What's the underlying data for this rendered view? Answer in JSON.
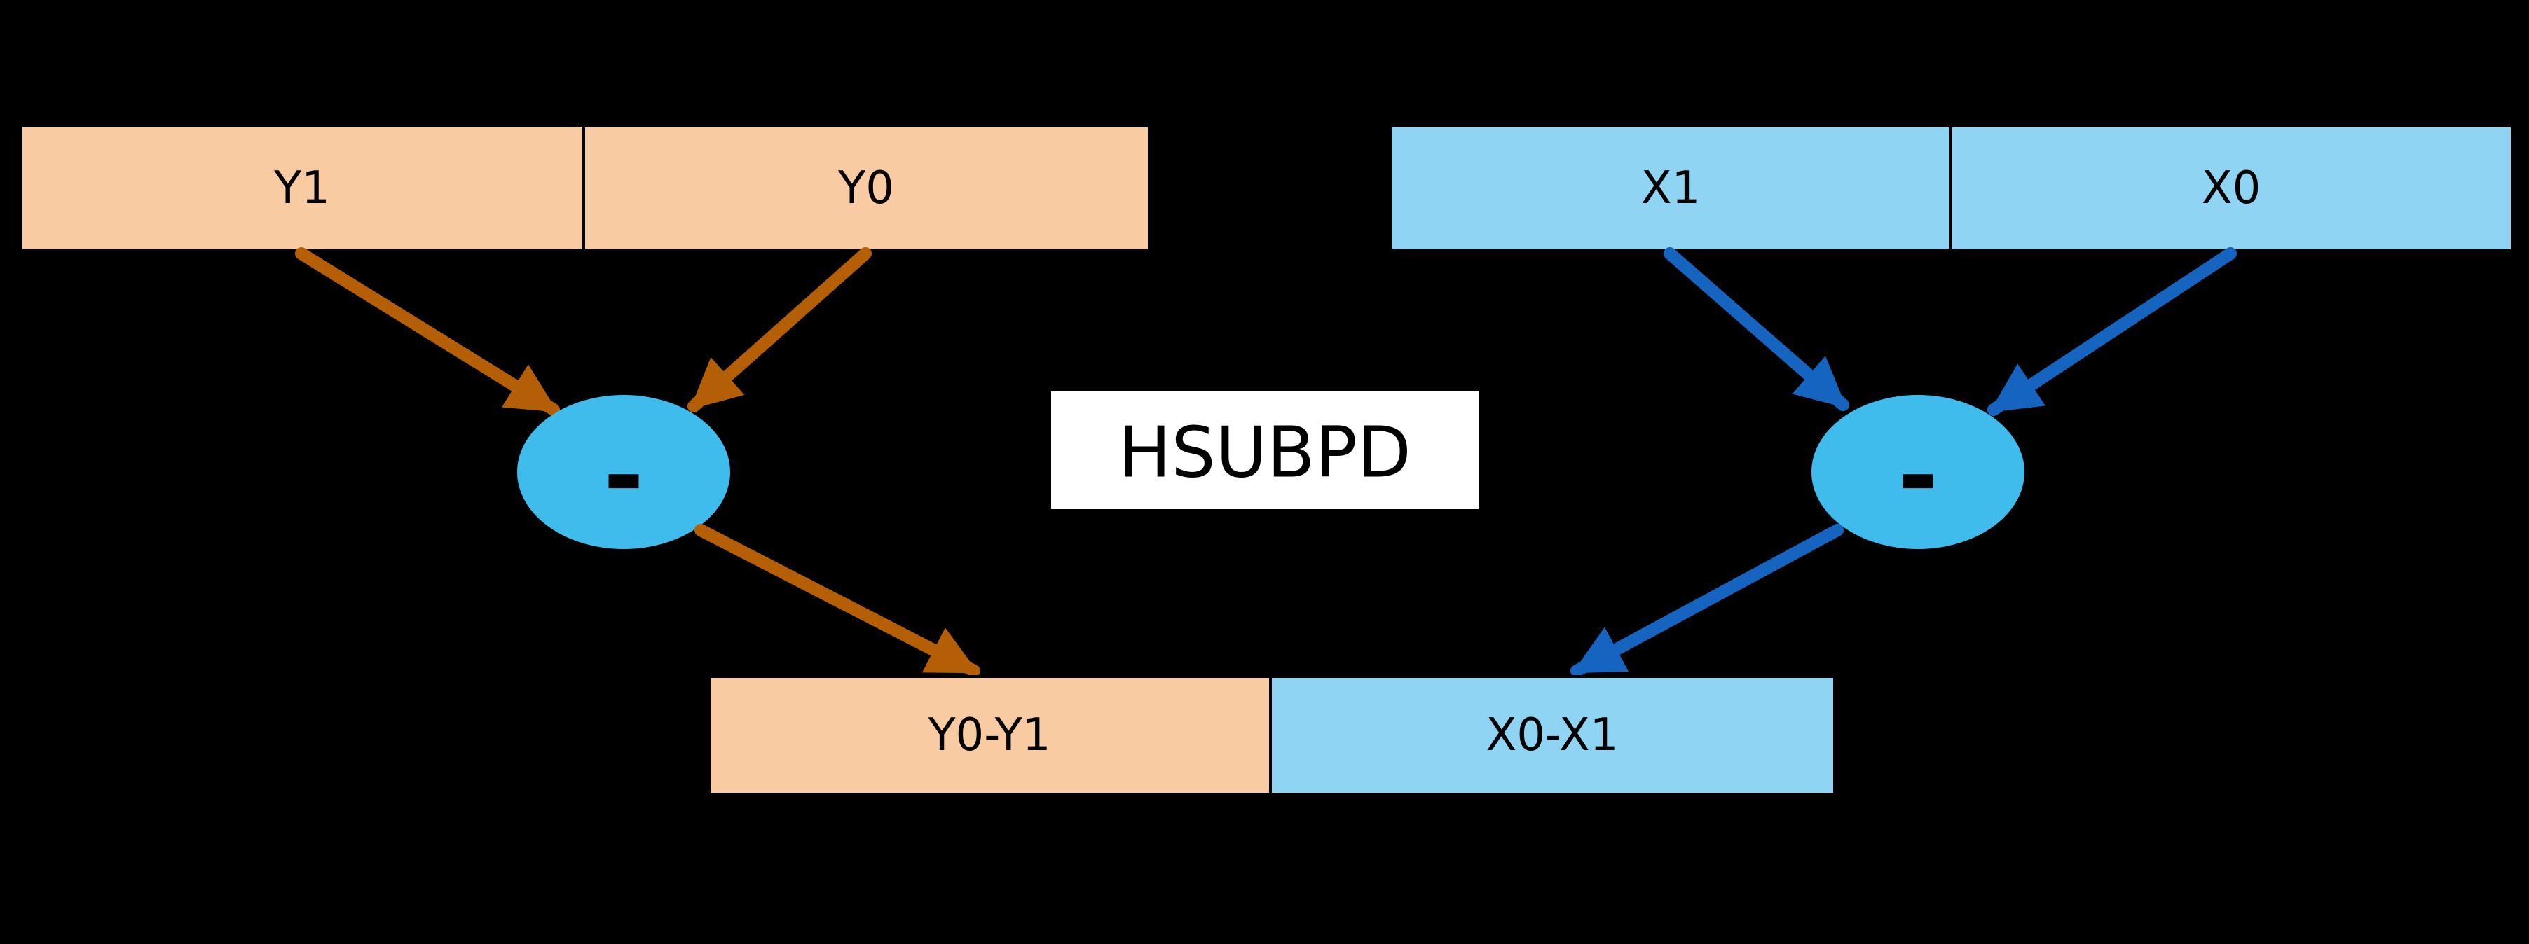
{
  "instruction": {
    "label": "HSUBPD"
  },
  "registers": {
    "y": {
      "high": "Y1",
      "low": "Y0"
    },
    "x": {
      "high": "X1",
      "low": "X0"
    }
  },
  "operators": {
    "left": "-",
    "right": "-"
  },
  "result": {
    "left": "Y0-Y1",
    "right": "X0-X1"
  },
  "icons": {
    "left_operator": "subtract-ellipse",
    "right_operator": "subtract-ellipse"
  },
  "colors": {
    "background": "#000000",
    "y_register_fill": "#F8CBA2",
    "x_register_fill": "#8FD4F2",
    "operator_ellipse_fill": "#3FBCEC",
    "arrow_y": "#B45F06",
    "arrow_x": "#1565C0",
    "instruction_bg": "#FFFFFF",
    "text": "#000000",
    "border": "#000000"
  }
}
